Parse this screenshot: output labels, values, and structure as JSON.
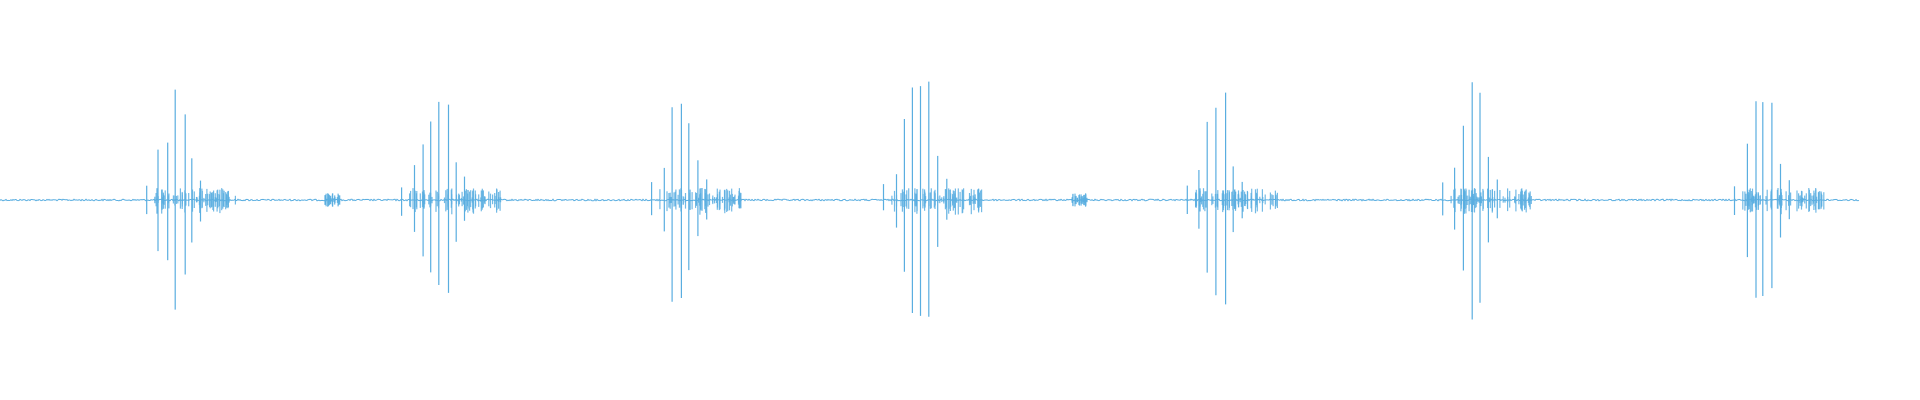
{
  "waveform": {
    "color": "#5aaee0",
    "background": "#ffffff",
    "bursts": [
      {
        "center": 0.101,
        "spikes": [
          0.48,
          0.55,
          1.0,
          0.76,
          0.38,
          0.18
        ]
      },
      {
        "center": 0.236,
        "spikes": [
          0.3,
          0.48,
          0.7,
          0.86,
          0.84,
          0.36,
          0.2
        ]
      },
      {
        "center": 0.364,
        "spikes": [
          0.28,
          0.86,
          0.92,
          0.7,
          0.36,
          0.18
        ]
      },
      {
        "center": 0.487,
        "spikes": [
          0.24,
          0.72,
          1.0,
          0.96,
          1.0,
          0.4,
          0.18
        ]
      },
      {
        "center": 0.643,
        "spikes": [
          0.28,
          0.7,
          0.8,
          0.94,
          0.32,
          0.16
        ]
      },
      {
        "center": 0.776,
        "spikes": [
          0.3,
          0.68,
          1.0,
          1.02,
          0.38,
          0.18
        ]
      },
      {
        "center": 0.928,
        "spikes": [
          0.5,
          0.84,
          0.86,
          0.9,
          0.34,
          0.18
        ]
      }
    ],
    "minor_bursts": [
      {
        "center": 0.173,
        "level": 0.05
      },
      {
        "center": 0.562,
        "level": 0.05
      }
    ],
    "end_fraction": 0.968
  }
}
